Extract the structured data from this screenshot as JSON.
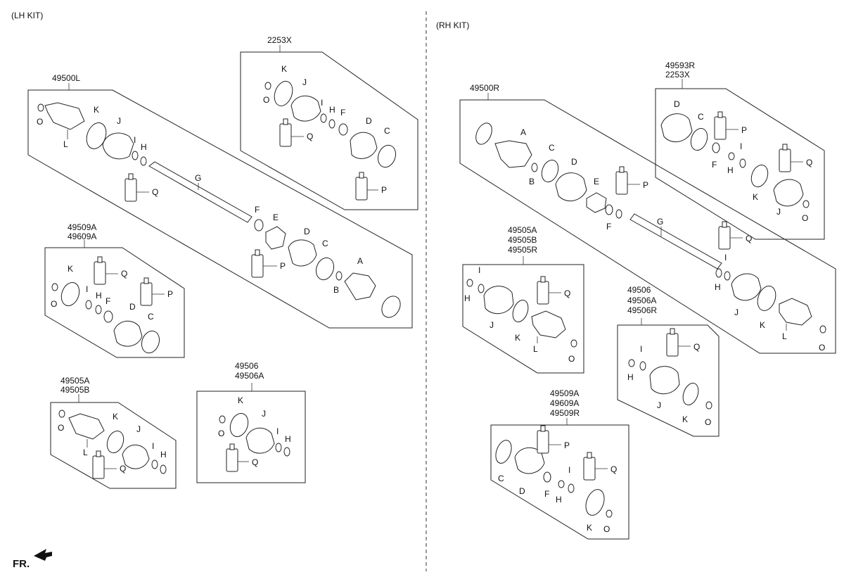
{
  "headers": {
    "lh": "(LH KIT)",
    "rh": "(RH KIT)",
    "front": "FR."
  },
  "kits": [
    {
      "id": "lh-49500L",
      "lines": [
        "49500L"
      ]
    },
    {
      "id": "lh-2253X",
      "lines": [
        "2253X"
      ]
    },
    {
      "id": "lh-49509A",
      "lines": [
        "49509A",
        "49609A"
      ]
    },
    {
      "id": "lh-49505A",
      "lines": [
        "49505A",
        "49505B"
      ]
    },
    {
      "id": "lh-49506",
      "lines": [
        "49506",
        "49506A"
      ]
    },
    {
      "id": "rh-49500R",
      "lines": [
        "49500R"
      ]
    },
    {
      "id": "rh-49593R",
      "lines": [
        "49593R",
        "2253X"
      ]
    },
    {
      "id": "rh-49505A",
      "lines": [
        "49505A",
        "49505B",
        "49505R"
      ]
    },
    {
      "id": "rh-49506",
      "lines": [
        "49506",
        "49506A",
        "49506R"
      ]
    },
    {
      "id": "rh-49509A",
      "lines": [
        "49509A",
        "49609A",
        "49509R"
      ]
    }
  ],
  "labels": {
    "A": "A",
    "B": "B",
    "C": "C",
    "D": "D",
    "E": "E",
    "F": "F",
    "G": "G",
    "H": "H",
    "I": "I",
    "J": "J",
    "K": "K",
    "L": "L",
    "O": "O",
    "P": "P",
    "Q": "Q"
  }
}
